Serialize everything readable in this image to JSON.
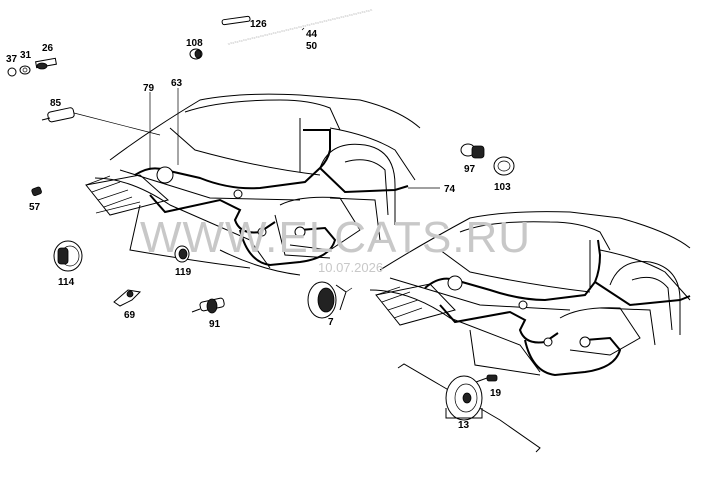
{
  "watermark": "WWW.ELCATS.RU",
  "date_stamp": "10.07.2026",
  "labels": {
    "p126": "126",
    "p44": "44",
    "p50": "50",
    "p108": "108",
    "p37": "37",
    "p31": "31",
    "p26": "26",
    "p79": "79",
    "p63": "63",
    "p85": "85",
    "p57": "57",
    "p119": "119",
    "p114": "114",
    "p69": "69",
    "p91": "91",
    "p7": "7",
    "p74": "74",
    "p97": "97",
    "p103": "103",
    "p19": "19",
    "p13": "13"
  }
}
